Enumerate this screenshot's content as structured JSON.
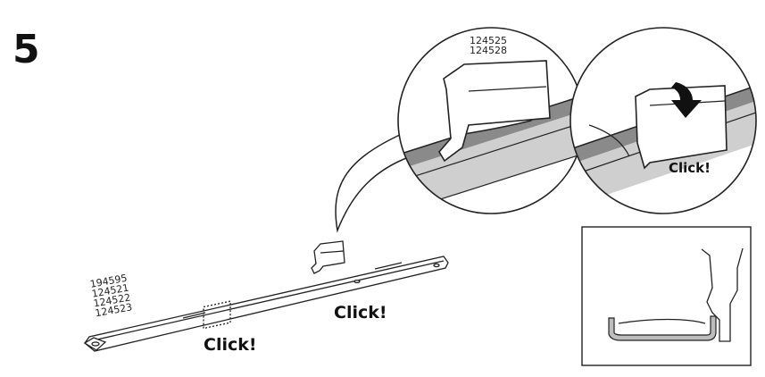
{
  "step": {
    "number": "5"
  },
  "detail_codes": [
    "124525",
    "124528"
  ],
  "rail_codes": [
    "194595",
    "124521",
    "124522",
    "124523"
  ],
  "labels": {
    "click_main": "Click!",
    "click_left": "Click!",
    "click_detail": "Click!"
  },
  "colors": {
    "line": "#222222",
    "rail_gray": "#cfcfcf",
    "dark_gray": "#8a8a8a",
    "background": "#ffffff"
  }
}
